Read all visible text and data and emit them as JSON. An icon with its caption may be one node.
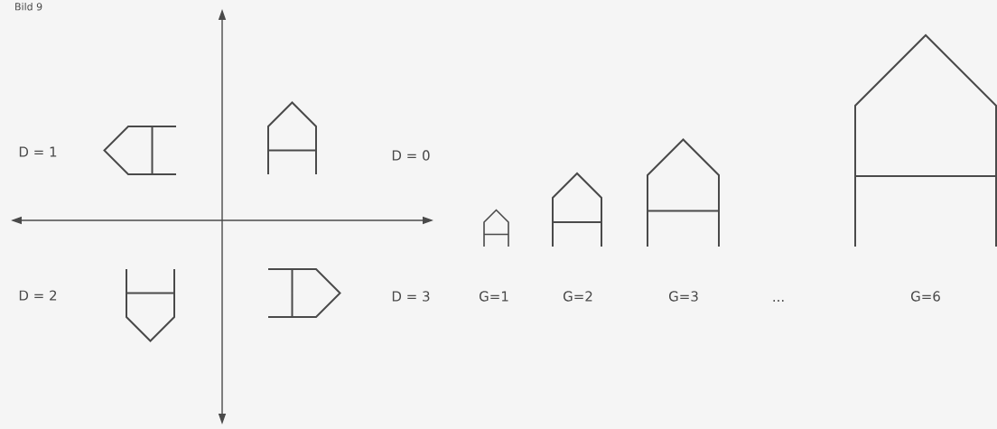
{
  "diagram": {
    "title": "Bild 9",
    "labels": [
      "D = 1",
      "D = 0",
      "D = 2",
      "D = 3",
      "G=1",
      "G=2",
      "G=3",
      "...",
      "G=6"
    ]
  }
}
